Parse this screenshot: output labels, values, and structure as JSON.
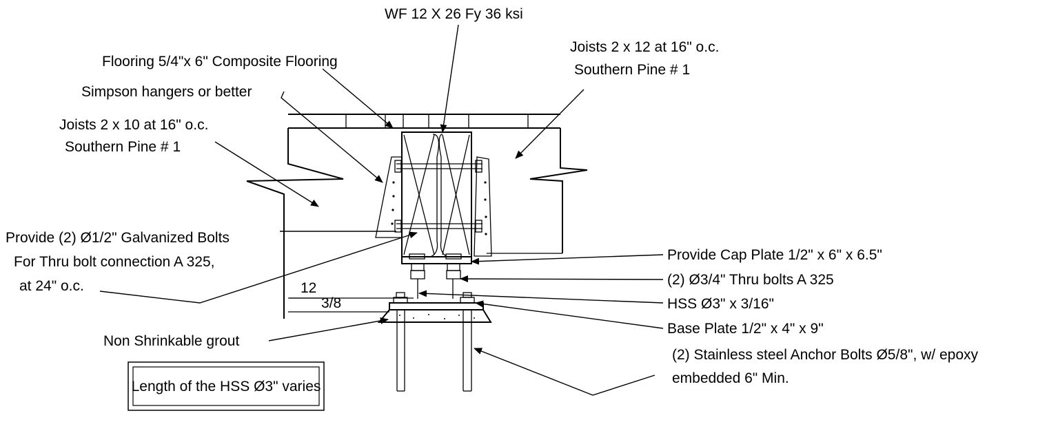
{
  "callouts": {
    "beam": "WF 12 X 26  Fy 36 ksi",
    "flooring": "Flooring 5/4\"x 6\" Composite Flooring",
    "joists_right_line1": "Joists 2 x 12 at 16\" o.c.",
    "joists_right_line2": "Southern Pine # 1",
    "hangers": "Simpson hangers or better",
    "joists_left_line1": "Joists 2 x 10 at 16\" o.c.",
    "joists_left_line2": "Southern Pine # 1",
    "galv_bolts_line1": "Provide (2) Ø1/2\" Galvanized Bolts",
    "galv_bolts_line2": "For Thru bolt connection  A 325,",
    "galv_bolts_line3": "at 24\" o.c.",
    "cap_plate": "Provide Cap Plate 1/2\" x 6\" x 6.5\"",
    "thru_bolts": "(2) Ø3/4\" Thru bolts A 325",
    "hss": "HSS Ø3\" x 3/16\"",
    "base_plate": "Base Plate 1/2\" x 4\" x 9\"",
    "anchor_bolts_line1": "(2) Stainless steel Anchor Bolts Ø5/8\", w/ epoxy",
    "anchor_bolts_line2": "embedded 6\" Min.",
    "grout": "Non Shrinkable grout",
    "slope_run": "12",
    "slope_rise": "3/8"
  },
  "note_box": {
    "text": "Length of the HSS Ø3\" varies"
  }
}
